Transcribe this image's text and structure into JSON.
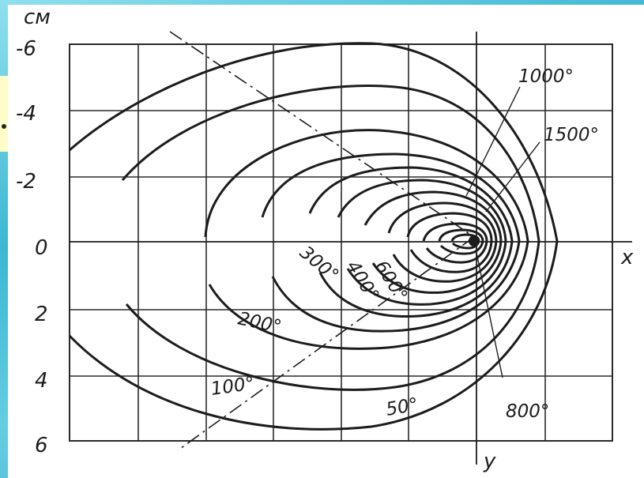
{
  "y_axis": {
    "unit": "см",
    "ticks": [
      "-6",
      "-4",
      "-2",
      "0",
      "2",
      "4",
      "6"
    ]
  },
  "axis_names": {
    "x": "x",
    "y": "y"
  },
  "isotherms": [
    "1000°",
    "1500°",
    "600°",
    "400°",
    "300°",
    "200°",
    "100°",
    "50°",
    "800°"
  ],
  "colors": {
    "ink": "#1c1c1c",
    "grid": "#2a2a2a",
    "paper": "#ffffff",
    "background": "#3cb7d2",
    "tab": "#fffcc8"
  }
}
